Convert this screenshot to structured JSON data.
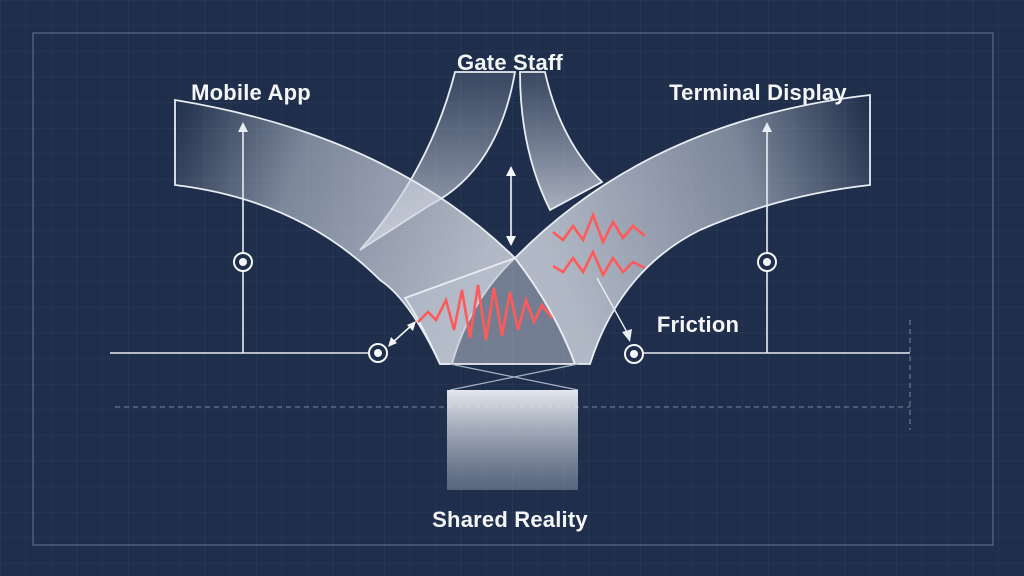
{
  "labels": {
    "gate_staff": "Gate Staff",
    "mobile_app": "Mobile App",
    "terminal_display": "Terminal Display",
    "friction": "Friction",
    "shared_reality": "Shared Reality"
  },
  "colors": {
    "background": "#1f2e4a",
    "grid": "#2f3f5c",
    "line": "#e8ecf3",
    "friction": "#ff5a5a"
  }
}
